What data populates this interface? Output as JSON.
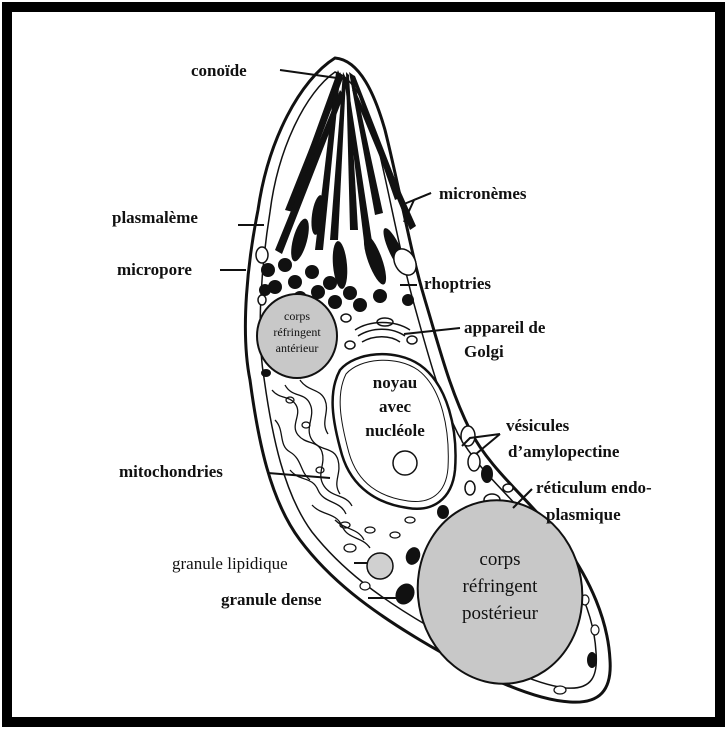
{
  "labels": {
    "conoide": "conoïde",
    "micronemes": "micronèmes",
    "plasmaleme": "plasmalème",
    "micropore": "micropore",
    "rhoptries": "rhoptries",
    "appareil1": "appareil de",
    "appareil2": "Golgi",
    "vesicules1": "vésicules",
    "vesicules2": "d’amylopectine",
    "mitochondries": "mitochondries",
    "reticulum1": "réticulum endo-",
    "reticulum2": "plasmique",
    "granule_lipidique": "granule lipidique",
    "granule_dense": "granule dense"
  },
  "inner": {
    "noyau1": "noyau",
    "noyau2": "avec",
    "noyau3": "nucléole",
    "cra1": "corps",
    "cra2": "réfringent",
    "cra3": "antérieur",
    "crp1": "corps",
    "crp2": "réfringent",
    "crp3": "postérieur"
  },
  "colors": {
    "frame": "#000000",
    "organelle_fill": "#c8c8c8",
    "ink": "#111111"
  }
}
